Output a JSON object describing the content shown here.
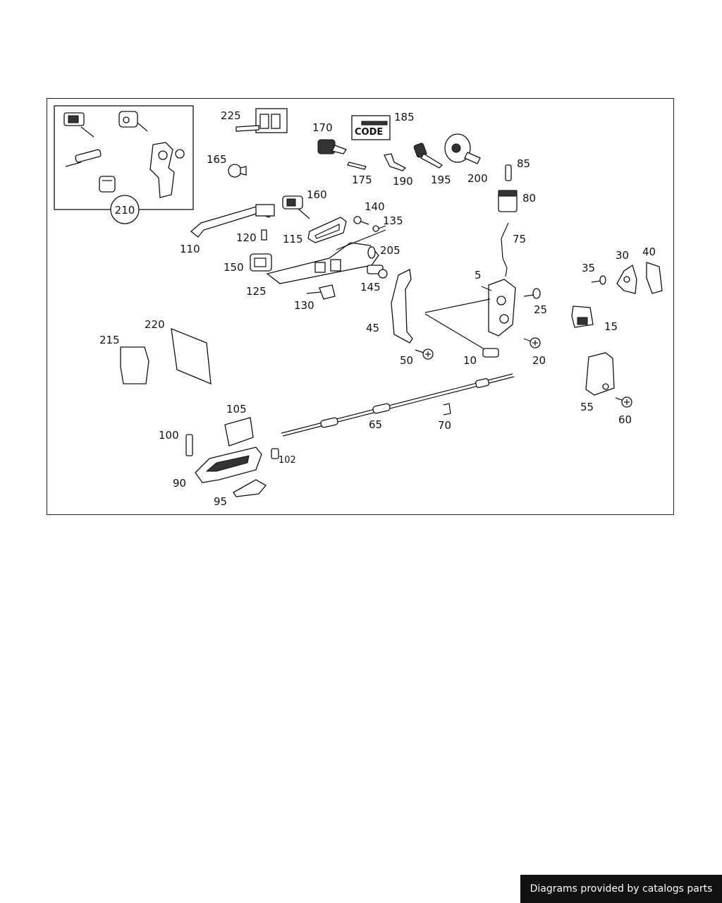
{
  "diagram": {
    "labels": {
      "p5": "5",
      "p10": "10",
      "p15": "15",
      "p20": "20",
      "p25": "25",
      "p30": "30",
      "p35": "35",
      "p40": "40",
      "p45": "45",
      "p50": "50",
      "p55": "55",
      "p60": "60",
      "p65": "65",
      "p70": "70",
      "p75": "75",
      "p80": "80",
      "p85": "85",
      "p90": "90",
      "p95": "95",
      "p100": "100",
      "p102": "102",
      "p105": "105",
      "p110": "110",
      "p115": "115",
      "p120": "120",
      "p125": "125",
      "p130": "130",
      "p135": "135",
      "p140": "140",
      "p145": "145",
      "p150": "150",
      "p160": "160",
      "p165": "165",
      "p170": "170",
      "p175": "175",
      "p185": "185",
      "p190": "190",
      "p195": "195",
      "p200": "200",
      "p205": "205",
      "p210": "210",
      "p215": "215",
      "p220": "220",
      "p225": "225"
    },
    "code_card_text": "CODE"
  },
  "footer": {
    "credit": "Diagrams provided by catalogs parts"
  }
}
